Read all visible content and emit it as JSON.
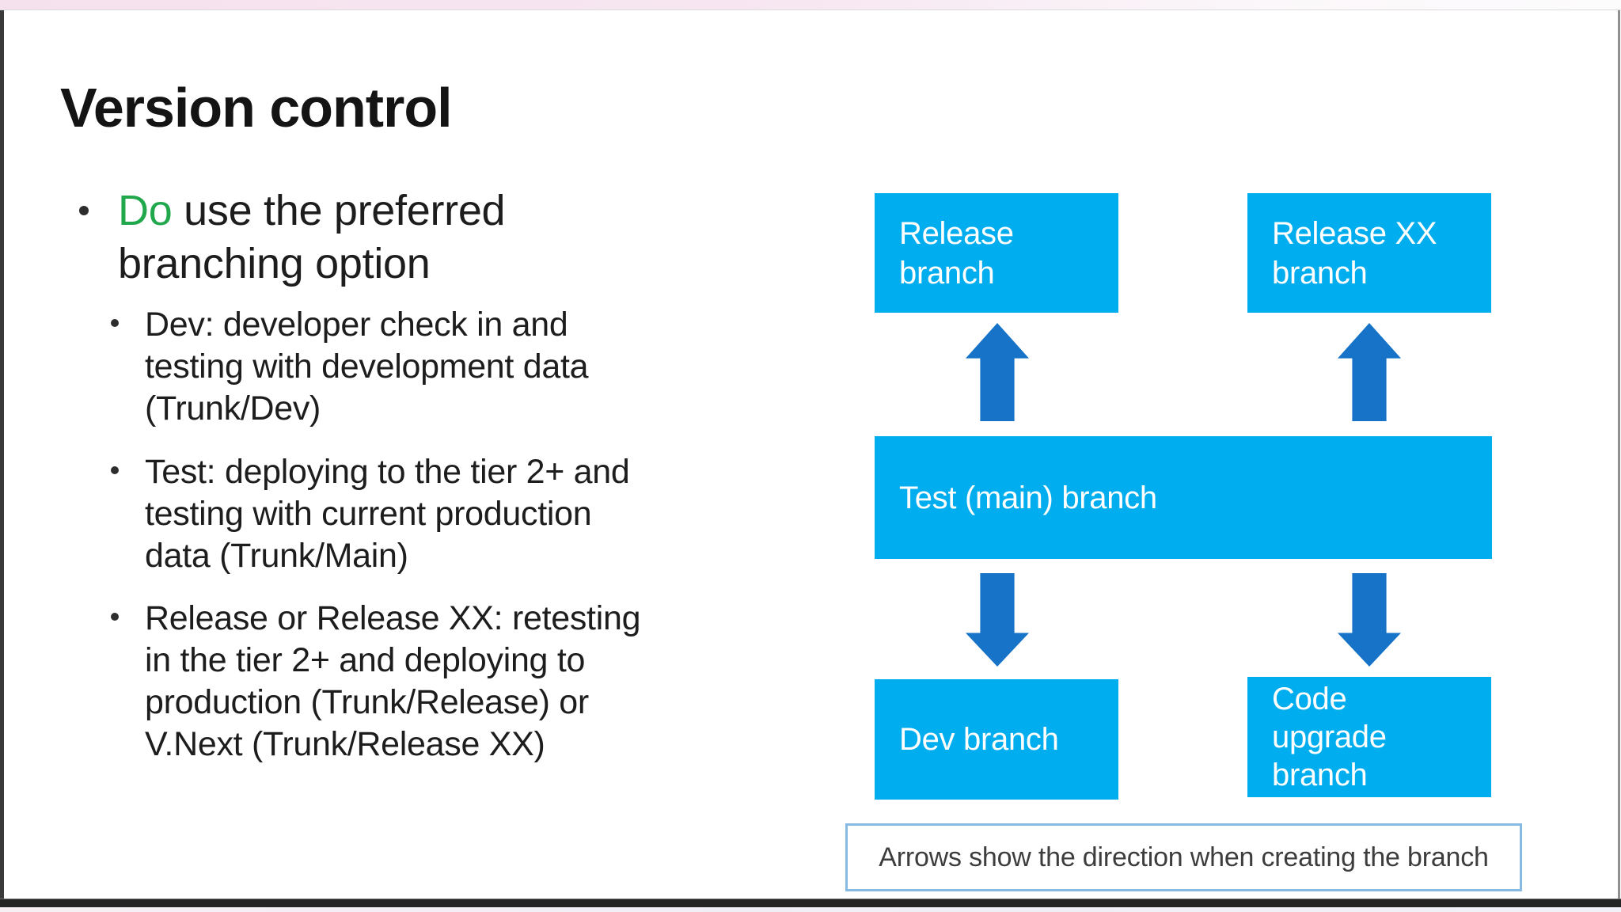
{
  "title": "Version control",
  "bullets": {
    "main": {
      "emphasis": "Do",
      "line1_rest": " use the preferred",
      "line2": "branching option"
    },
    "sub": [
      {
        "lines": [
          "Dev: developer check in and",
          "testing with development data",
          "(Trunk/Dev)"
        ]
      },
      {
        "lines": [
          "Test: deploying to the tier 2+ and",
          "testing with current production",
          "data (Trunk/Main)"
        ]
      },
      {
        "lines": [
          "Release or Release XX: retesting",
          "in the tier 2+ and deploying to",
          "production (Trunk/Release) or",
          "V.Next (Trunk/Release XX)"
        ]
      }
    ]
  },
  "diagram": {
    "boxes": {
      "release": {
        "lines": [
          "Release",
          "branch"
        ]
      },
      "release_xx": {
        "lines": [
          "Release XX",
          "branch"
        ]
      },
      "test_main": {
        "label": "Test (main) branch"
      },
      "dev": {
        "label": "Dev branch"
      },
      "code_upgrade": {
        "lines": [
          "Code",
          "upgrade",
          "branch"
        ]
      }
    },
    "note": "Arrows show the direction when creating the branch"
  },
  "colors": {
    "box_fill": "#00ADEF",
    "arrow_fill": "#1673C7",
    "emphasis_green": "#22A84C",
    "body_text": "#1D1D1D",
    "box_text": "#FFFFFF",
    "note_text": "#3D3D3D",
    "note_border": "#87B9E3",
    "top_strip_pink": "#F5E1EE",
    "bottom_bar": "#242424",
    "left_border": "#3A3A3A"
  }
}
